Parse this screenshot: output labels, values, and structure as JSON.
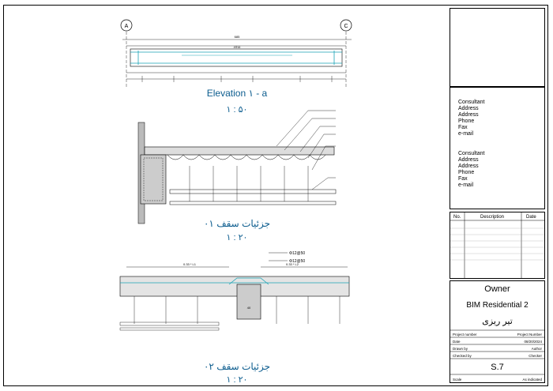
{
  "drawing": {
    "grid_a": "A",
    "grid_c": "C",
    "elevation_title": "Elevation ۱ - a",
    "elevation_scale": "۱ : ۵۰",
    "detail1_title": "جزئیات سقف ۰۱",
    "detail1_scale": "۱ : ۲۰",
    "detail2_title": "جزئیات سقف ۰۲",
    "detail2_scale": "۱ : ۲۰",
    "dim_total": "685",
    "dim_mid": "4Φ16",
    "dim_l1": "0.33 * L1",
    "dim_l2": "0.33 * L2",
    "rebar_top": "Φ12@50",
    "rebar_bottom": "Φ12@50",
    "beam_dim": "40"
  },
  "title_block": {
    "consultant1": [
      "Consultant",
      "Address",
      "Address",
      "Phone",
      "Fax",
      "e-mail"
    ],
    "consultant2": [
      "Consultant",
      "Address",
      "Address",
      "Phone",
      "Fax",
      "e-mail"
    ],
    "rev_headers": {
      "no": "No.",
      "description": "Description",
      "date": "Date"
    },
    "owner": "Owner",
    "project": "BIM Residential 2",
    "sheet_name": "تیر ریزی",
    "project_number_label": "Project number",
    "project_number_value": "Project Number",
    "date_label": "Date",
    "date_value": "08/20/2024",
    "drawn_label": "Drawn by",
    "drawn_value": "Author",
    "checked_label": "Checked by",
    "checked_value": "Checker",
    "sheet_number": "S.7",
    "scale_label": "Scale",
    "scale_value": "As indicated"
  }
}
